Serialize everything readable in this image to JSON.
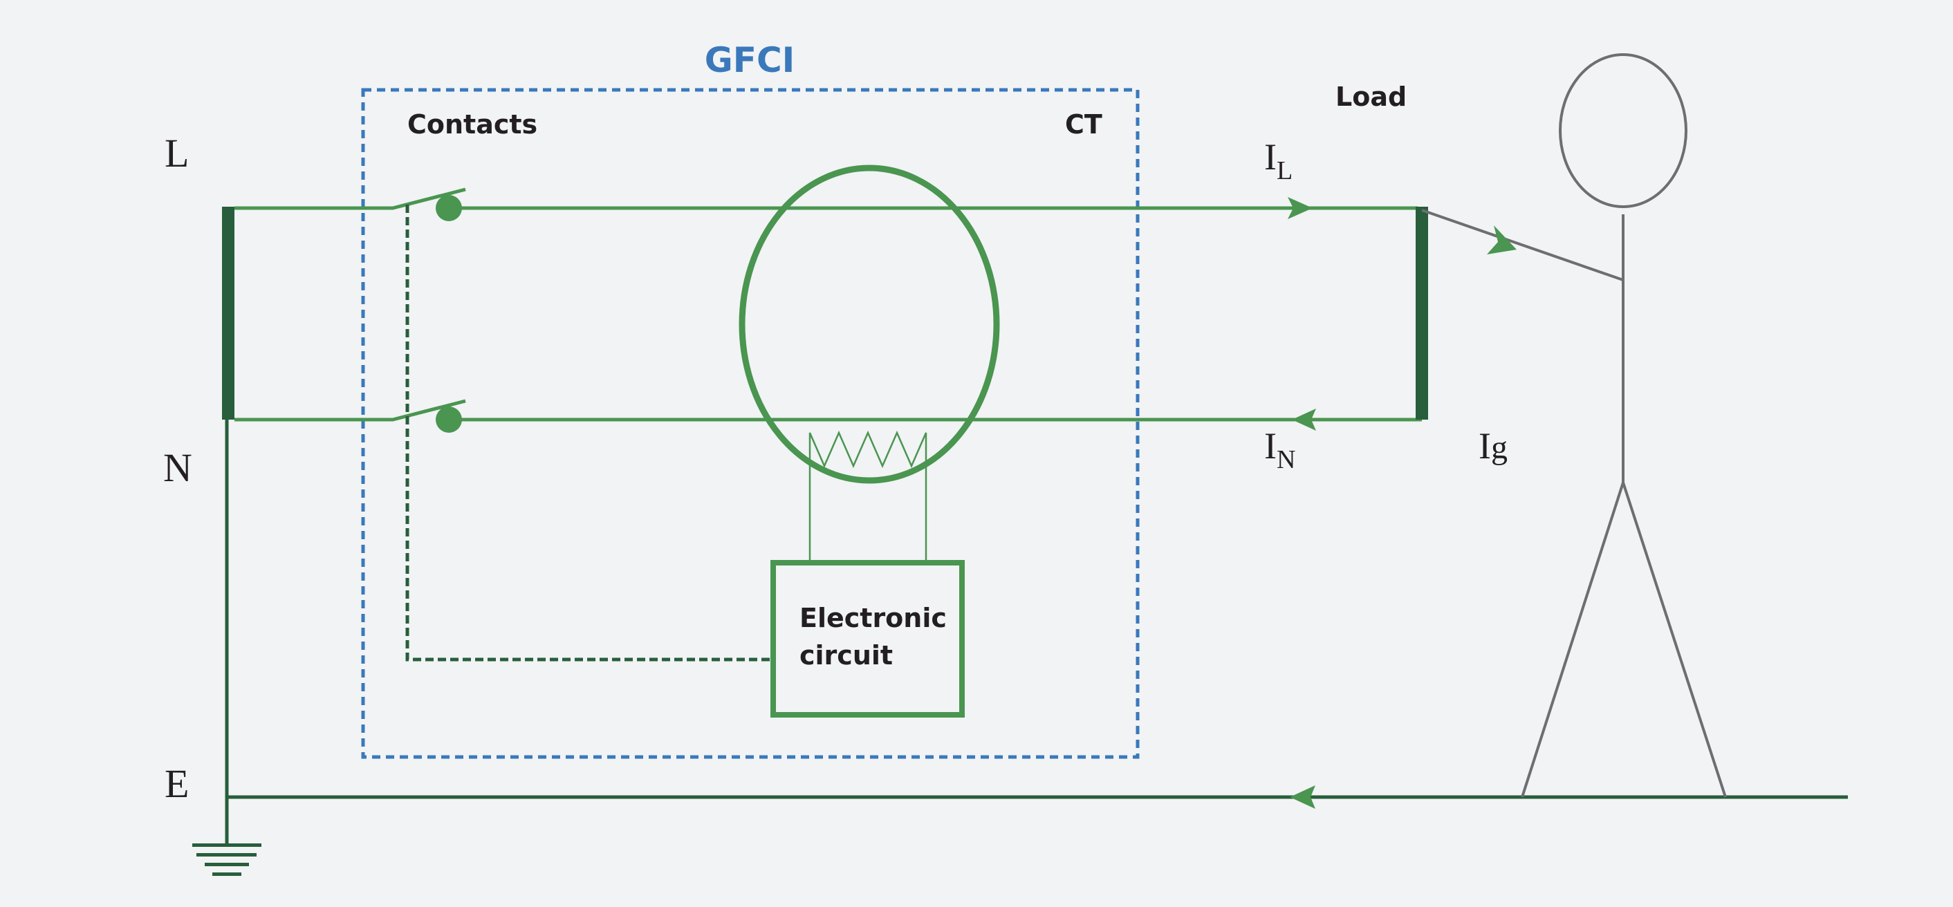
{
  "title": "GFCI",
  "labels": {
    "contacts": "Contacts",
    "ct": "CT",
    "load": "Load",
    "electronic_circuit_line1": "Electronic",
    "electronic_circuit_line2": "circuit"
  },
  "conductors": {
    "line": "L",
    "neutral": "N",
    "earth": "E"
  },
  "currents": {
    "line": {
      "symbol": "I",
      "subscript": "L"
    },
    "neutral": {
      "symbol": "I",
      "subscript": "N"
    },
    "ground": {
      "symbol": "I",
      "subscript": "g"
    }
  },
  "colors": {
    "background": "#f1f3f5",
    "wire": "#4a9550",
    "dark_wire": "#285e3b",
    "gfci_box": "#3a78bb",
    "person": "#6d6e71",
    "text": "#231f20"
  }
}
